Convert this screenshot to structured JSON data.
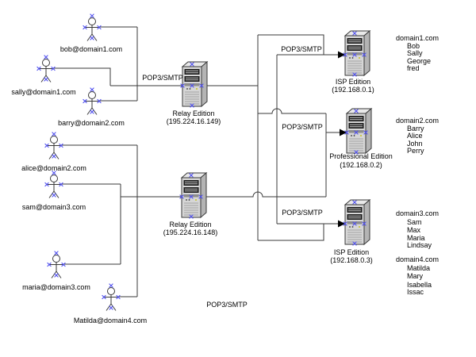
{
  "diagram": {
    "protocol_label": "POP3/SMTP",
    "actors": [
      {
        "label": "bob@domain1.com"
      },
      {
        "label": "sally@domain1.com"
      },
      {
        "label": "barry@domain2.com"
      },
      {
        "label": "alice@domain2.com"
      },
      {
        "label": "sam@domain3.com"
      },
      {
        "label": "maria@domain3.com"
      },
      {
        "label": "Matilda@domain4.com"
      }
    ],
    "relay_servers": [
      {
        "name": "Relay Edition",
        "ip": "(195.224.16.149)"
      },
      {
        "name": "Relay Edition",
        "ip": "(195.224.16.148)"
      }
    ],
    "destination_servers": [
      {
        "name": "ISP Edition",
        "ip": "(192.168.0.1)"
      },
      {
        "name": "Professional Edition",
        "ip": "(192.168.0.2)"
      },
      {
        "name": "ISP Edition",
        "ip": "(192.168.0.3)"
      }
    ],
    "domain_lists": [
      {
        "domain": "domain1.com",
        "users": [
          "Bob",
          "Sally",
          "George",
          "fred"
        ]
      },
      {
        "domain": "domain2.com",
        "users": [
          "Barry",
          "Alice",
          "John",
          "Perry"
        ]
      },
      {
        "domain": "domain3.com",
        "users": [
          "Sam",
          "Max",
          "Maria",
          "Lindsay"
        ]
      },
      {
        "domain": "domain4.com",
        "users": [
          "Matilda",
          "Mary",
          "Isabella",
          "Issac"
        ]
      }
    ],
    "colors": {
      "line": "#3a3a3a",
      "connection_point": "#5050f0",
      "background": "#ffffff"
    }
  }
}
